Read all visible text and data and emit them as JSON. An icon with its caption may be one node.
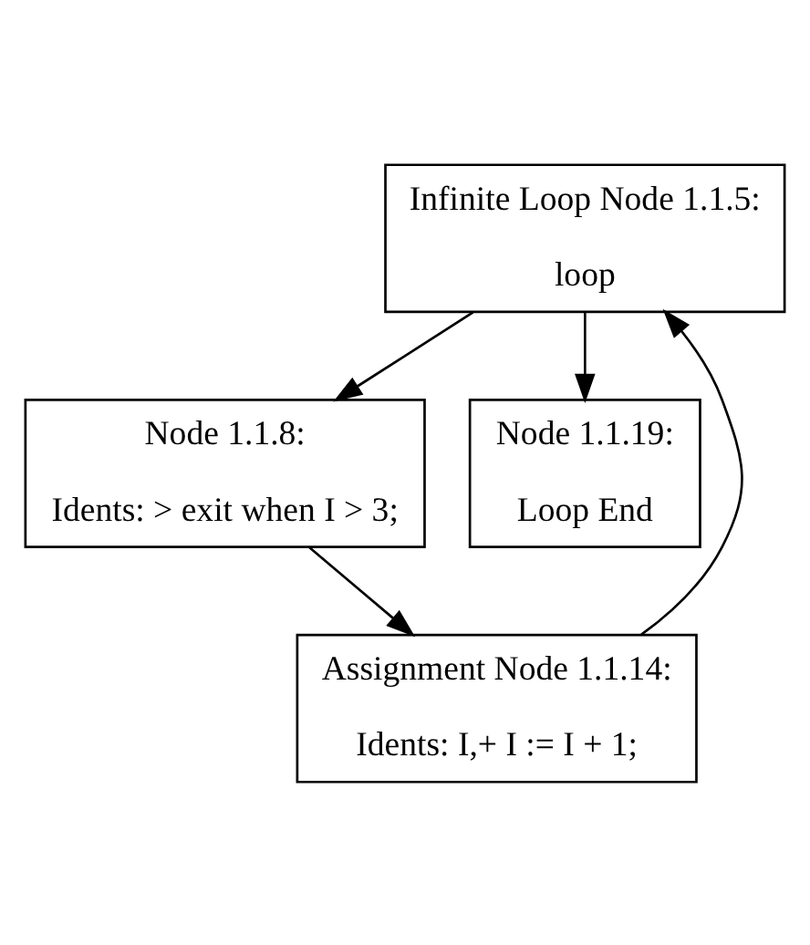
{
  "diagram": {
    "nodes": [
      {
        "text": [
          "Infinite Loop Node 1.1.5:",
          "loop"
        ]
      },
      {
        "text": [
          "Node 1.1.8:",
          "Idents: > exit when I > 3;"
        ]
      },
      {
        "text": [
          "Node 1.1.19:",
          "Loop End"
        ]
      },
      {
        "text": [
          "Assignment Node 1.1.14:",
          "Idents: I,+ I := I + 1;"
        ]
      }
    ],
    "edges": [
      {
        "from": 0,
        "to": 1,
        "arrow": "to"
      },
      {
        "from": 0,
        "to": 2,
        "arrow": "to"
      },
      {
        "from": 1,
        "to": 3,
        "arrow": "to"
      },
      {
        "from": 3,
        "to": 0,
        "arrow": "to"
      }
    ]
  }
}
